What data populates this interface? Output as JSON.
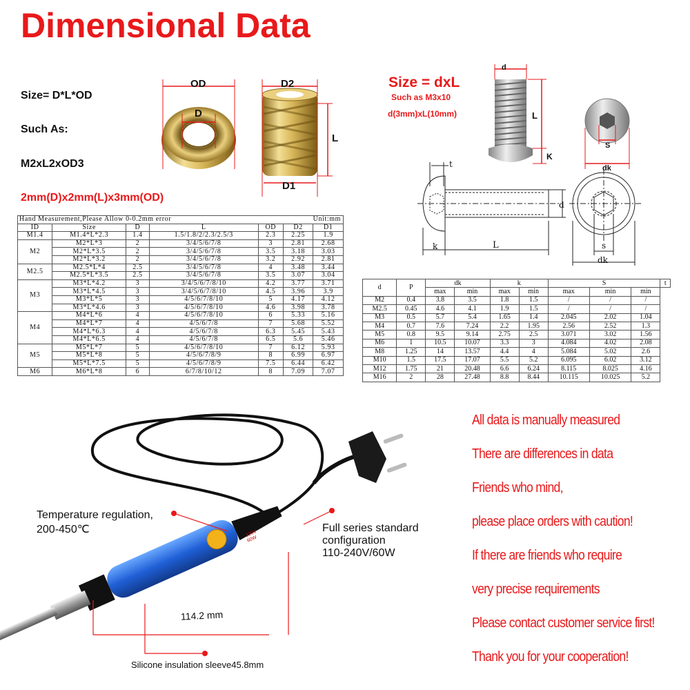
{
  "title": "Dimensional Data",
  "insert_info": {
    "size_formula": "Size= D*L*OD",
    "such_as": "Such As:",
    "example": "M2xL2xOD3",
    "example_detail": "2mm(D)x2mm(L)x3mm(OD)",
    "labels": {
      "od": "OD",
      "d": "D",
      "d2": "D2",
      "l": "L",
      "d1": "D1"
    }
  },
  "screw_info": {
    "size_formula": "Size = dxL",
    "such_as": "Such as M3x10",
    "detail": "d(3mm)xL(10mm)",
    "labels": {
      "d": "d",
      "l": "L",
      "k": "K",
      "s": "S",
      "dk": "dk",
      "t": "t",
      "dl": "d",
      "kl": "k",
      "Ll": "L",
      "sl": "s",
      "dkl": "dk"
    }
  },
  "insert_table": {
    "caption": "Hand Measurement,Please Allow 0-0.2mm error",
    "unit": "Unit:mm",
    "headers": [
      "ID",
      "Size",
      "D",
      "L",
      "OD",
      "D2",
      "D1"
    ],
    "rows": [
      [
        "M1.4",
        "M1.4*L*2.3",
        "1.4",
        "1.5/1.8/2/2.3/2.5/3",
        "2.3",
        "2.25",
        "1.9"
      ],
      [
        "M2",
        "M2*L*3",
        "2",
        "3/4/5/6/7/8",
        "3",
        "2.81",
        "2.68"
      ],
      [
        "",
        "M2*L*3.5",
        "2",
        "3/4/5/6/7/8",
        "3.5",
        "3.18",
        "3.03"
      ],
      [
        "",
        "M2*L*3.2",
        "2",
        "3/4/5/6/7/8",
        "3.2",
        "2.92",
        "2.81"
      ],
      [
        "M2.5",
        "M2.5*L*4",
        "2.5",
        "3/4/5/6/7/8",
        "4",
        "3.48",
        "3.44"
      ],
      [
        "",
        "M2.5*L*3.5",
        "2.5",
        "3/4/5/6/7/8",
        "3.5",
        "3.07",
        "3.04"
      ],
      [
        "M3",
        "M3*L*4.2",
        "3",
        "3/4/5/6/7/8/10",
        "4.2",
        "3.77",
        "3.71"
      ],
      [
        "",
        "M3*L*4.5",
        "3",
        "3/4/5/6/7/8/10",
        "4.5",
        "3.96",
        "3.9"
      ],
      [
        "",
        "M3*L*5",
        "3",
        "4/5/6/7/8/10",
        "5",
        "4.17",
        "4.12"
      ],
      [
        "",
        "M3*L*4.6",
        "3",
        "4/5/6/7/8/10",
        "4.6",
        "3.98",
        "3.78"
      ],
      [
        "M4",
        "M4*L*6",
        "4",
        "4/5/6/7/8/10",
        "6",
        "5.33",
        "5.16"
      ],
      [
        "",
        "M4*L*7",
        "4",
        "4/5/6/7/8",
        "7",
        "5.68",
        "5.52"
      ],
      [
        "",
        "M4*L*6.3",
        "4",
        "4/5/6/7/8",
        "6.3",
        "5.45",
        "5.43"
      ],
      [
        "",
        "M4*L*6.5",
        "4",
        "4/5/6/7/8",
        "6.5",
        "5.6",
        "5.46"
      ],
      [
        "M5",
        "M5*L*7",
        "5",
        "4/5/6/7/8/10",
        "7",
        "6.12",
        "5.93"
      ],
      [
        "",
        "M5*L*8",
        "5",
        "4/5/6/7/8/9",
        "8",
        "6.99",
        "6.97"
      ],
      [
        "",
        "M5*L*7.5",
        "5",
        "4/5/6/7/8/9",
        "7.5",
        "6.44",
        "6.42"
      ],
      [
        "M6",
        "M6*L*8",
        "6",
        "6/7/8/10/12",
        "8",
        "7.09",
        "7.07"
      ]
    ],
    "spans": {
      "0": 1,
      "1": 3,
      "4": 2,
      "6": 4,
      "10": 4,
      "14": 3,
      "17": 1
    }
  },
  "screw_table": {
    "headers": {
      "d": "d",
      "p": "P",
      "dk": "dk",
      "k": "k",
      "s": "S",
      "t": "t"
    },
    "sub_headers": [
      "max",
      "min",
      "max",
      "min",
      "max",
      "min",
      "min"
    ],
    "rows": [
      [
        "M2",
        "0.4",
        "3.8",
        "3.5",
        "1.8",
        "1.5",
        "/",
        "/",
        "/"
      ],
      [
        "M2.5",
        "0.45",
        "4.6",
        "4.1",
        "1.9",
        "1.5",
        "/",
        "/",
        "/"
      ],
      [
        "M3",
        "0.5",
        "5.7",
        "5.4",
        "1.65",
        "1.4",
        "2.045",
        "2.02",
        "1.04"
      ],
      [
        "M4",
        "0.7",
        "7.6",
        "7.24",
        "2.2",
        "1.95",
        "2.56",
        "2.52",
        "1.3"
      ],
      [
        "M5",
        "0.8",
        "9.5",
        "9.14",
        "2.75",
        "2.5",
        "3.071",
        "3.02",
        "1.56"
      ],
      [
        "M6",
        "1",
        "10.5",
        "10.07",
        "3.3",
        "3",
        "4.084",
        "4.02",
        "2.08"
      ],
      [
        "M8",
        "1.25",
        "14",
        "13.57",
        "4.4",
        "4",
        "5.084",
        "5.02",
        "2.6"
      ],
      [
        "M10",
        "1.5",
        "17.5",
        "17.07",
        "5.5",
        "5.2",
        "6.095",
        "6.02",
        "3.12"
      ],
      [
        "M12",
        "1.75",
        "21",
        "20.48",
        "6.6",
        "6.24",
        "8.115",
        "8.025",
        "4.16"
      ],
      [
        "M16",
        "2",
        "28",
        "27.48",
        "8.8",
        "8.44",
        "10.115",
        "10.025",
        "5.2"
      ]
    ]
  },
  "iron": {
    "temp_label": "Temperature regulation,",
    "temp_range": "200-450℃",
    "config_line1": "Full series standard",
    "config_line2": "configuration",
    "config_line3": "110-240V/60W",
    "length": "114.2 mm",
    "sleeve": "Silicone insulation sleeve45.8mm",
    "knob_text1": "220V",
    "knob_text2": "60W"
  },
  "notes": [
    "All data is manually measured",
    "There are differences in data",
    "Friends who mind,",
    "please place orders with caution!",
    "If there are friends who require",
    "very precise requirements",
    "Please contact customer service first!",
    "Thank you for your cooperation!"
  ]
}
